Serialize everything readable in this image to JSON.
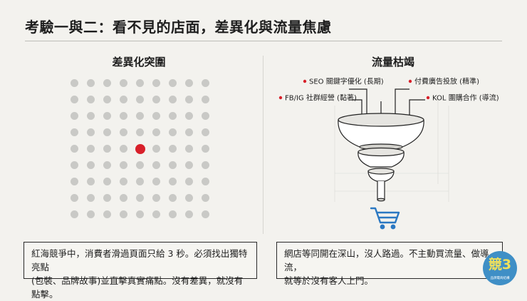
{
  "title": "考驗一與二：看不見的店面，差異化與流量焦慮",
  "left": {
    "heading": "差異化突圍",
    "caption_line1": "紅海競爭中，消費者滑過頁面只給 3 秒。必須找出獨特亮點",
    "caption_line2": "(包裝、品牌故事)並直擊真實痛點。沒有差異，就沒有點擊。",
    "accent_color": "#d8202a"
  },
  "right": {
    "heading": "流量枯竭",
    "labels": {
      "seo": "SEO 關鍵字優化 (長期)",
      "paid": "付費廣告投放 (精準)",
      "social": "FB/IG 社群經營 (黏著)",
      "kol": "KOL 團購合作 (導流)"
    },
    "cart_icon": "shopping-cart-icon",
    "caption_line1": "網店等同開在深山，沒人路過。不主動買流量、做導流，",
    "caption_line2": "就等於沒有客人上門。",
    "accent_color": "#2b78c2"
  },
  "badge": {
    "mark": "競3",
    "text": "品牌電商結構"
  }
}
